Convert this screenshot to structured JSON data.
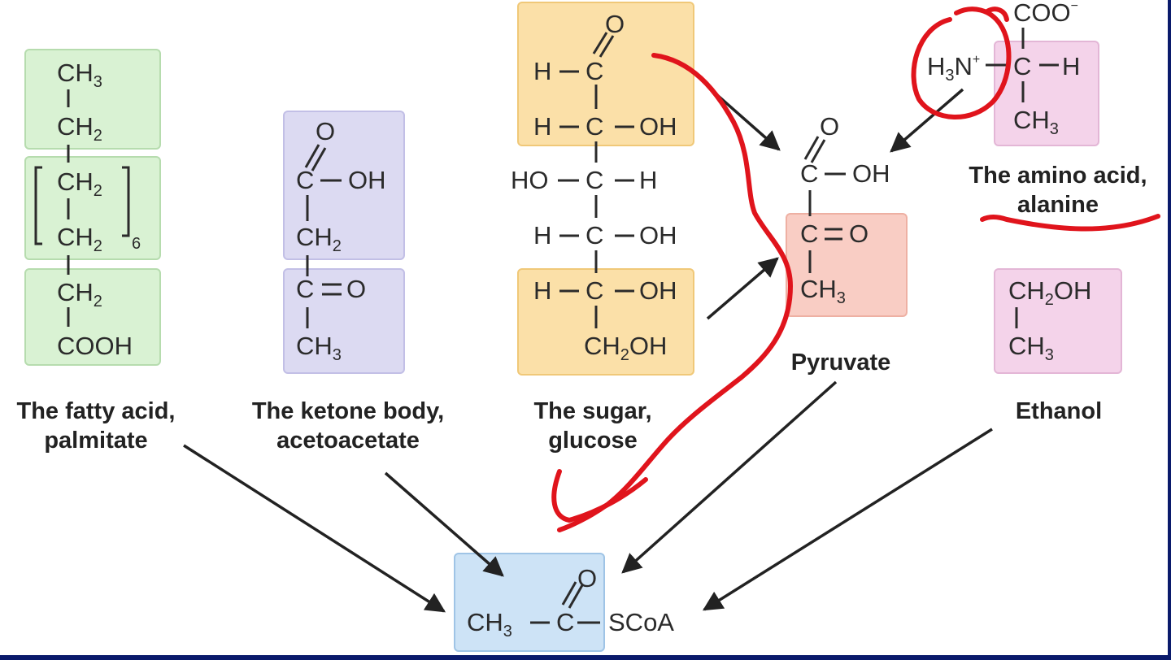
{
  "labels": {
    "fatty_acid": [
      "The fatty acid,",
      "palmitate"
    ],
    "ketone": [
      "The ketone body,",
      "acetoacetate"
    ],
    "sugar": [
      "The sugar,",
      "glucose"
    ],
    "pyruvate": "Pyruvate",
    "amino_acid": [
      "The amino acid,",
      "alanine"
    ],
    "ethanol": "Ethanol"
  },
  "atoms": {
    "ch": "CH",
    "c": "C",
    "o": "O",
    "h": "H",
    "oh": "OH",
    "ho": "HO",
    "cooh": "COOH",
    "coo": "COO",
    "n": "N",
    "scoa": "SCoA",
    "sub2": "2",
    "sub3": "3",
    "sub6": "6",
    "minus": "−",
    "plus": "+"
  },
  "colors": {
    "fatty_acid_box": "#d9f2d3",
    "ketone_box": "#dcdaf2",
    "sugar_box": "#fbe0a8",
    "amino_box": "#f4d3ea",
    "pyruvate_box": "#f9cdc4",
    "acetyl_box": "#cde3f6",
    "annotation": "#e0141c",
    "frame": "#0a1a6b"
  }
}
